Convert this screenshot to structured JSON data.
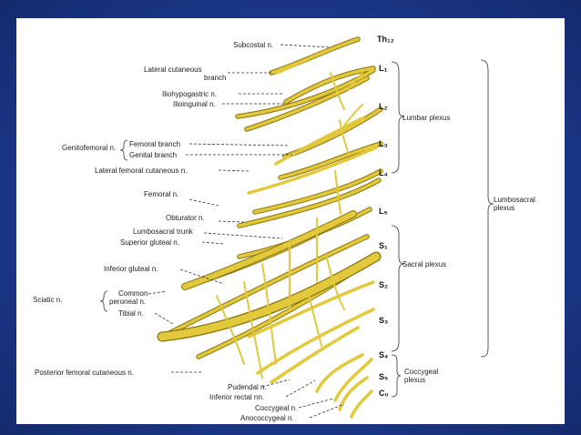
{
  "segments": {
    "th12": "Th₁₂",
    "l1": "L₁",
    "l2": "L₂",
    "l3": "L₃",
    "l4": "L₄",
    "l5": "L₅",
    "s1": "S₁",
    "s2": "S₂",
    "s3": "S₃",
    "s4": "S₄",
    "s5": "S₅",
    "co": "C₀"
  },
  "labels": {
    "subcostal": "Subcostal n.",
    "lateral_cutaneous_1": "Lateral cutaneous",
    "lateral_cutaneous_2": "branch",
    "iliohypogastric": "Iliohypogastric n.",
    "ilioinguinal": "Ilioinguinal n.",
    "genitofemoral": "Genitofemoral n.",
    "femoral_branch": "Femoral branch",
    "genital_branch": "Genital branch",
    "lateral_femoral_cutaneous": "Lateral femoral cutaneous n.",
    "femoral": "Femoral n.",
    "obturator": "Obturator n.",
    "lumbosacral_trunk": "Lumbosacral trunk",
    "superior_gluteal": "Superior gluteal n.",
    "inferior_gluteal": "Inferior gluteal n.",
    "sciatic": "Sciatic n.",
    "common_peroneal_1": "Common",
    "common_peroneal_2": "peroneal n.",
    "tibial": "Tibial n.",
    "posterior_femoral_cutaneous": "Posterior femoral cutaneous n.",
    "pudendal": "Pudendal n.",
    "inferior_rectal": "Inferior rectal nn.",
    "coccygeal_n": "Coccygeal n.",
    "anococcygeal": "Anococcygeal n."
  },
  "plexuses": {
    "lumbar": "Lumbar plexus",
    "sacral": "Sacral plexus",
    "coccygeal_1": "Coccygeal",
    "coccygeal_2": "plexus",
    "lumbosacral_1": "Lumbosacral",
    "lumbosacral_2": "plexus"
  },
  "colors": {
    "nerve": "#e2c93c",
    "nerve_edge": "#8a7410",
    "frame": "#1d3a8f"
  }
}
